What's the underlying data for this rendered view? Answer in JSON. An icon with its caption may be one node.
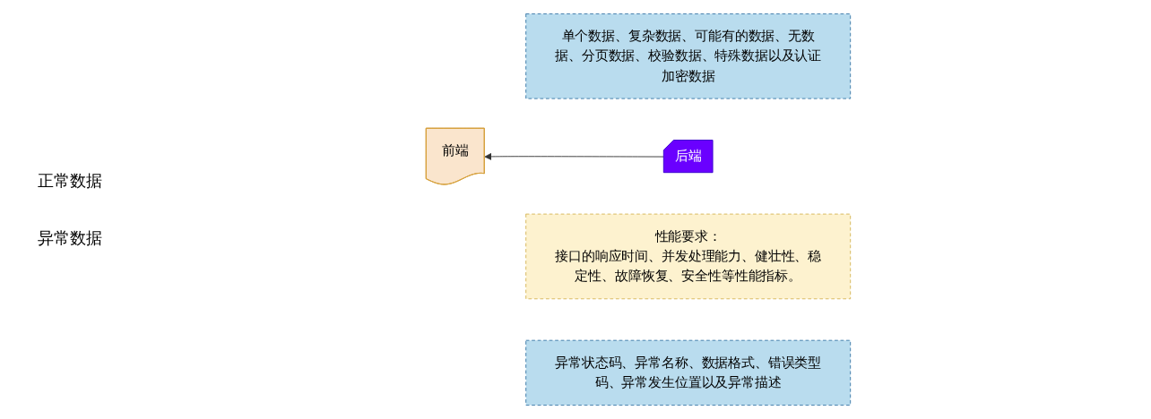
{
  "diagram": {
    "nodes": [
      {
        "text": [
          "单个数据、复杂数据、可能有的数据、无数据、分页数据、校验数据、特殊数据以及认证加密数据"
        ]
      },
      {
        "text": [
          "前端"
        ]
      },
      {
        "text": [
          "后端"
        ]
      },
      {
        "text": [
          "性能要求：",
          "接口的响应时间、并发处理能力、健壮性、稳定性、故障恢复、安全性等性能指标。"
        ]
      },
      {
        "text": [
          "异常状态码、异常名称、数据格式、错误类型码、异常发生位置以及异常描述"
        ]
      }
    ],
    "edges": [
      {
        "from": 2,
        "to": 1,
        "arrow": "to"
      }
    ],
    "labels": [
      "正常数据",
      "异常数据"
    ]
  }
}
